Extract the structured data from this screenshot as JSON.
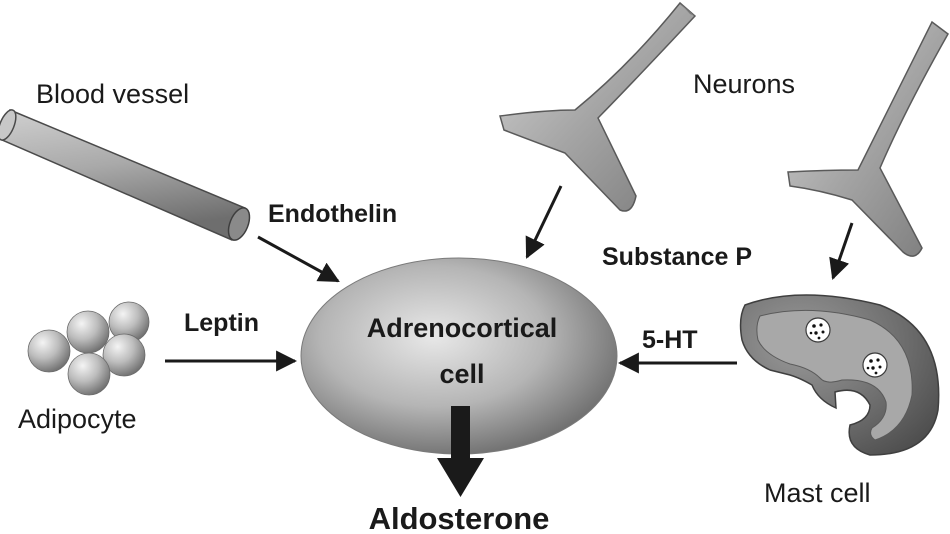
{
  "diagram": {
    "center": {
      "line1": "Adrenocortical",
      "line2": "cell"
    },
    "output": "Aldosterone",
    "sources": {
      "blood_vessel": "Blood vessel",
      "adipocyte": "Adipocyte",
      "neurons": "Neurons",
      "mast_cell": "Mast cell"
    },
    "mediators": {
      "endothelin": "Endothelin",
      "leptin": "Leptin",
      "substance_p": "Substance P",
      "serotonin": "5-HT"
    }
  }
}
